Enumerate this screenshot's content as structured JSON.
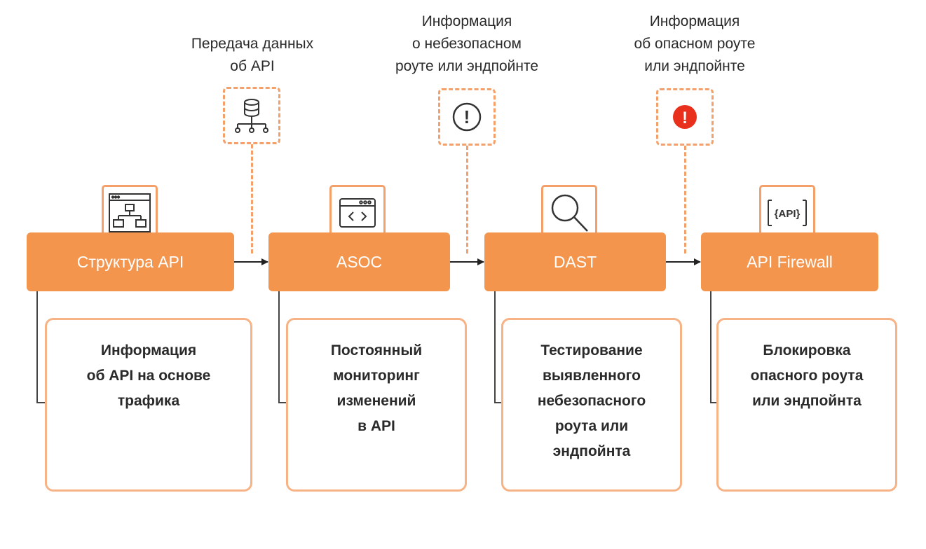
{
  "info_labels": [
    {
      "text": "Передача данных\nоб API",
      "icon": "database-network-icon"
    },
    {
      "text": "Информация\nо небезопасном\nроуте или эндпойнте",
      "icon": "warning-outline-icon"
    },
    {
      "text": "Информация\nоб опасном роуте\nили эндпойнте",
      "icon": "warning-filled-icon"
    }
  ],
  "stages": [
    {
      "title": "Структура API",
      "icon": "sitemap-window-icon",
      "description": "Информация\nоб API на основе\nтрафика"
    },
    {
      "title": "ASOC",
      "icon": "code-window-icon",
      "description": "Постоянный\nмониторинг\nизменений\nв  API"
    },
    {
      "title": "DAST",
      "icon": "magnifier-icon",
      "description": "Тестирование\nвыявленного\nнебезопасного\nроута или\nэндпойнта"
    },
    {
      "title": "API Firewall",
      "icon": "api-braces-icon",
      "description": "Блокировка\nопасного роута\nили эндпойнта"
    }
  ],
  "icon_texts": {
    "api_braces": "{API}",
    "warning": "!"
  },
  "colors": {
    "accent": "#f4954e",
    "accent_light": "#f4a06a",
    "danger": "#e8301c"
  }
}
